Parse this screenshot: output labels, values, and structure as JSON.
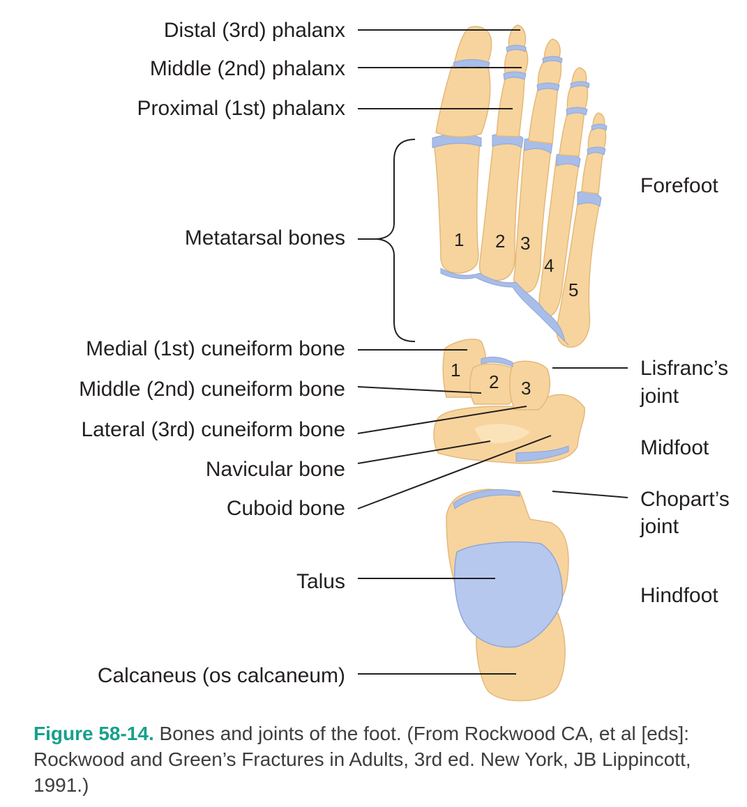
{
  "labels_left": {
    "distal_phalanx": "Distal (3rd) phalanx",
    "middle_phalanx": "Middle (2nd) phalanx",
    "proximal_phalanx": "Proximal (1st) phalanx",
    "metatarsal_bones": "Metatarsal bones",
    "medial_cuneiform": "Medial (1st) cuneiform bone",
    "middle_cuneiform": "Middle (2nd) cuneiform bone",
    "lateral_cuneiform": "Lateral (3rd) cuneiform bone",
    "navicular": "Navicular bone",
    "cuboid": "Cuboid bone",
    "talus": "Talus",
    "calcaneus": "Calcaneus (os calcaneum)"
  },
  "labels_right": {
    "forefoot": "Forefoot",
    "lisfranc_line1": "Lisfranc’s",
    "lisfranc_line2": "joint",
    "midfoot": "Midfoot",
    "chopart_line1": "Chopart’s",
    "chopart_line2": "joint",
    "hindfoot": "Hindfoot"
  },
  "metatarsal_numbers": [
    "1",
    "2",
    "3",
    "4",
    "5"
  ],
  "cuneiform_numbers": [
    "1",
    "2",
    "3"
  ],
  "caption": {
    "figure_number": "Figure 58-14.",
    "text": "Bones and joints of the foot. (From Rockwood CA, et al [eds]: Rockwood and Green’s Fractures in Adults, 3rd ed. New York, JB Lippincott, 1991.)"
  },
  "colors": {
    "bone": "#f7d49d",
    "cartilage": "#a8bde8",
    "caption_accent": "#16a08c"
  }
}
